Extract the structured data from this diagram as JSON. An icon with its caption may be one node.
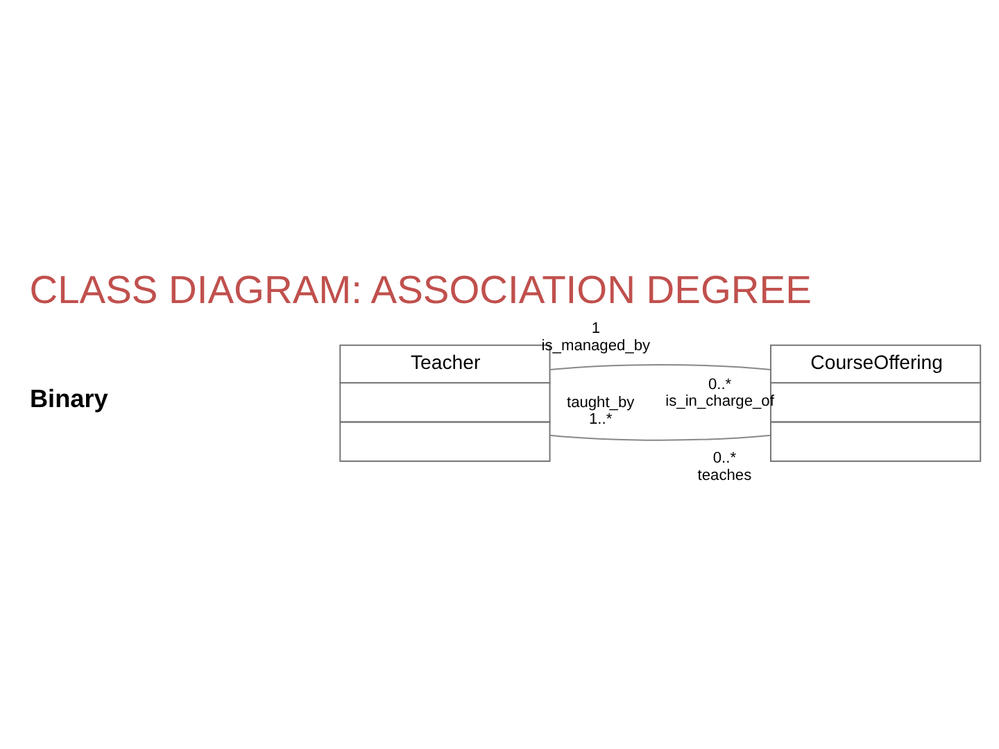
{
  "diagram": {
    "title": "CLASS DIAGRAM: ASSOCIATION DEGREE",
    "nodes": [
      {
        "text": [
          "Teacher"
        ]
      },
      {
        "text": [
          "CourseOffering"
        ]
      }
    ],
    "edges": [
      {
        "from": 0,
        "to": 1,
        "arrow": "none"
      },
      {
        "from": 0,
        "to": 1,
        "arrow": "none"
      }
    ],
    "labels": [
      "Binary",
      "taught_by",
      "1..*",
      "0..*",
      "teaches",
      "1",
      "is_managed_by",
      "0..*",
      "is_in_charge_of"
    ]
  }
}
